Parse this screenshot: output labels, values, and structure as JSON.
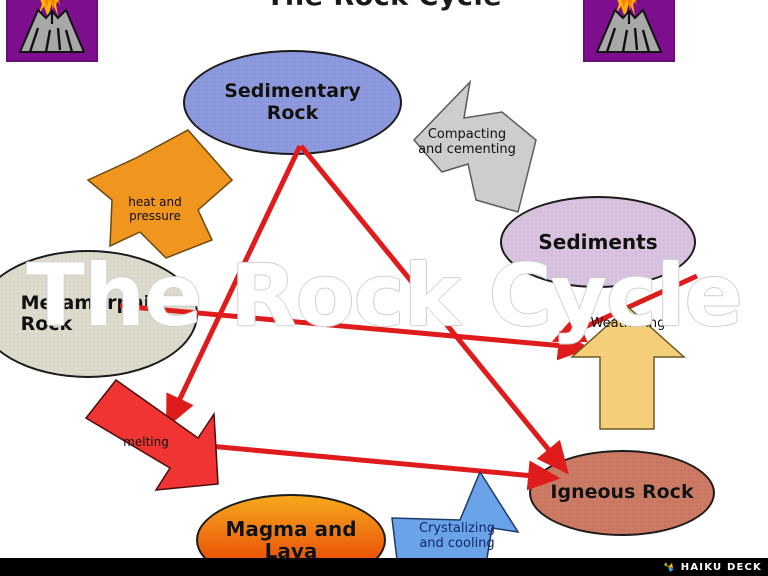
{
  "slide": {
    "top_title": "The Rock Cycle",
    "watermark_title": "The Rock Cycle",
    "background_color": "#ffffff",
    "letterbox_color": "#000000"
  },
  "branding": {
    "name": "HAIKU DECK",
    "logo_icon": "haiku-deck-bird-icon"
  },
  "decorations": [
    {
      "name": "volcano-icon-left",
      "icon": "volcano-icon",
      "background": "#7d0f8e"
    },
    {
      "name": "volcano-icon-right",
      "icon": "volcano-icon",
      "background": "#7d0f8e"
    }
  ],
  "nodes": [
    {
      "id": "sedimentary",
      "label": "Sedimentary\nRock",
      "color": "#8d99de"
    },
    {
      "id": "sediments",
      "label": "Sediments",
      "color": "#d9c3e0"
    },
    {
      "id": "metamorphic",
      "label": "Metamorphic\nRock",
      "color": "#dedbcd"
    },
    {
      "id": "igneous",
      "label": "Igneous Rock",
      "color": "#cc7a63"
    },
    {
      "id": "magma",
      "label": "Magma and\nLava",
      "color": "#e63300"
    }
  ],
  "process_arrows": [
    {
      "id": "heat",
      "label": "heat and\npressure",
      "color": "#f0951e",
      "direction": "down-left"
    },
    {
      "id": "compacting",
      "label": "Compacting\nand cementing",
      "color": "#cdcdcd",
      "direction": "up-left"
    },
    {
      "id": "weathering",
      "label": "Weathering",
      "color": "#f5ce7a",
      "direction": "up"
    },
    {
      "id": "melting",
      "label": "melting",
      "color": "#f03434",
      "direction": "down-right"
    },
    {
      "id": "crystalizing",
      "label": "Crystalizing\nand cooling",
      "color": "#6aa3e8",
      "direction": "up-right"
    }
  ],
  "connector_color": "#e01b1b"
}
